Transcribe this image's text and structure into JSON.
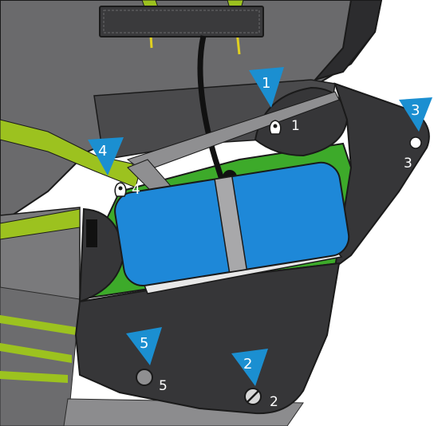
{
  "callouts": [
    {
      "id": "1",
      "label": "1",
      "arrow_label": "1",
      "fastener": "hook"
    },
    {
      "id": "2",
      "label": "2",
      "arrow_label": "2",
      "fastener": "screw"
    },
    {
      "id": "3",
      "label": "3",
      "arrow_label": "3",
      "fastener": "hole"
    },
    {
      "id": "4",
      "label": "4",
      "arrow_label": "4",
      "fastener": "hook"
    },
    {
      "id": "5",
      "label": "5",
      "arrow_label": "5",
      "fastener": "round-screw"
    }
  ],
  "colors": {
    "arrow": "#1b8fd1",
    "cover_dark": "#363638",
    "body_gray": "#6a6a6c",
    "light_gray": "#8f8f91",
    "green": "#3daa2a",
    "lime": "#9cc21f",
    "battery_blue": "#1e88d8"
  },
  "icons": {
    "callout_arrow": "triangle-pointer-icon",
    "hook": "hook-clip-icon",
    "screw": "screw-head-icon",
    "hole": "mount-hole-icon"
  }
}
